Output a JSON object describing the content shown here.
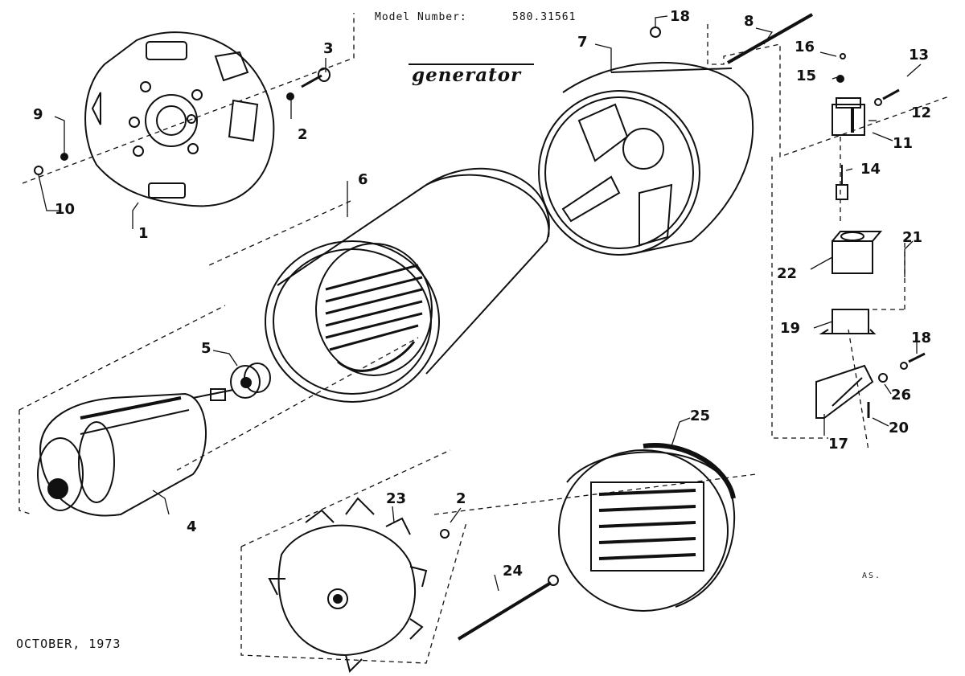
{
  "header": {
    "model_label": "Model Number:",
    "model_number": "580.31561"
  },
  "title": "generator",
  "footer": {
    "date": "OCTOBER, 1973",
    "initials": "AS."
  },
  "callouts": [
    "1",
    "2",
    "3",
    "9",
    "10",
    "6",
    "5",
    "4",
    "7",
    "18",
    "8",
    "16",
    "15",
    "13",
    "12",
    "11",
    "14",
    "21",
    "22",
    "19",
    "18",
    "26",
    "20",
    "17",
    "25",
    "23",
    "2",
    "24"
  ]
}
